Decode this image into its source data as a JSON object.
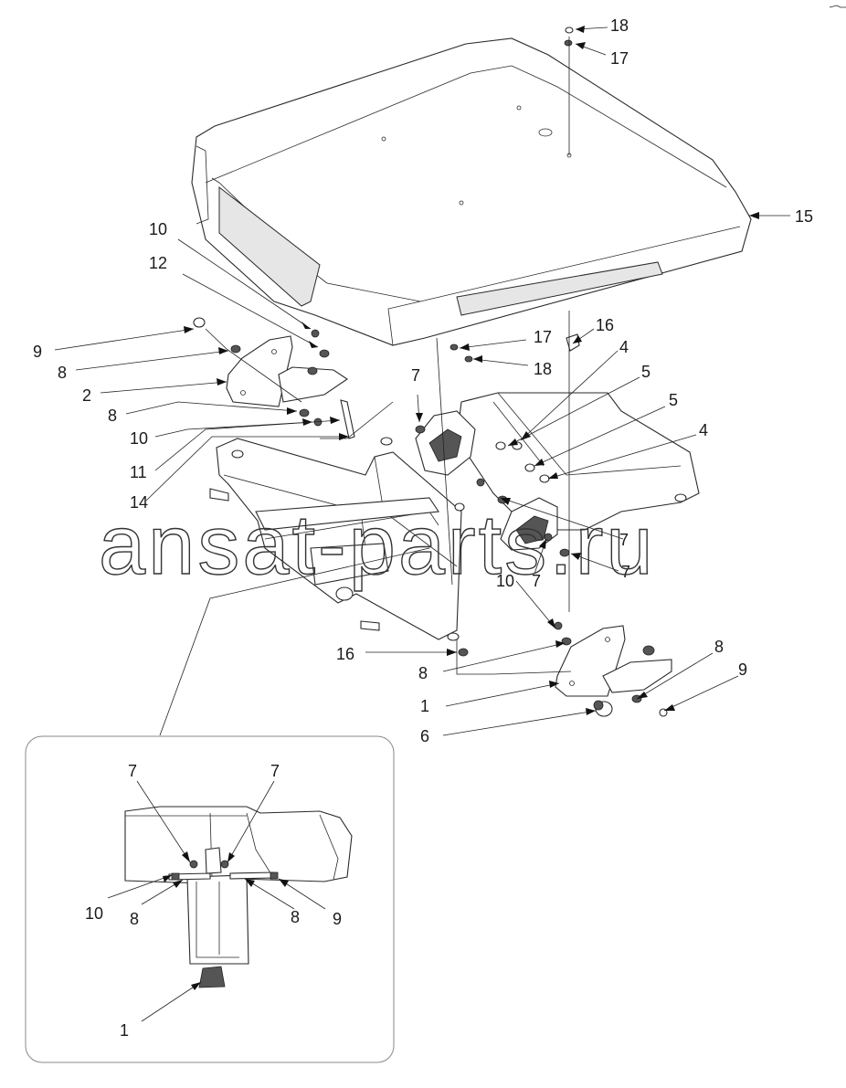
{
  "diagram": {
    "corner_mark": "",
    "watermark": "ansat-parts.ru",
    "callouts": [
      {
        "id": "c18a",
        "text": "18"
      },
      {
        "id": "c17a",
        "text": "17"
      },
      {
        "id": "c15",
        "text": "15"
      },
      {
        "id": "c10a",
        "text": "10"
      },
      {
        "id": "c12",
        "text": "12"
      },
      {
        "id": "c9a",
        "text": "9"
      },
      {
        "id": "c8a",
        "text": "8"
      },
      {
        "id": "c2",
        "text": "2"
      },
      {
        "id": "c8b",
        "text": "8"
      },
      {
        "id": "c10b",
        "text": "10"
      },
      {
        "id": "c11",
        "text": "11"
      },
      {
        "id": "c14",
        "text": "14"
      },
      {
        "id": "c7a",
        "text": "7"
      },
      {
        "id": "c17b",
        "text": "17"
      },
      {
        "id": "c18b",
        "text": "18"
      },
      {
        "id": "c16a",
        "text": "16"
      },
      {
        "id": "c4a",
        "text": "4"
      },
      {
        "id": "c5a",
        "text": "5"
      },
      {
        "id": "c5b",
        "text": "5"
      },
      {
        "id": "c4b",
        "text": "4"
      },
      {
        "id": "c7b",
        "text": "7"
      },
      {
        "id": "c7c",
        "text": "7"
      },
      {
        "id": "c10c",
        "text": "10"
      },
      {
        "id": "c7d",
        "text": "7"
      },
      {
        "id": "c16b",
        "text": "16"
      },
      {
        "id": "c8c",
        "text": "8"
      },
      {
        "id": "c8d",
        "text": "8"
      },
      {
        "id": "c9b",
        "text": "9"
      },
      {
        "id": "c1a",
        "text": "1"
      },
      {
        "id": "c6",
        "text": "6"
      },
      {
        "id": "i7a",
        "text": "7"
      },
      {
        "id": "i7b",
        "text": "7"
      },
      {
        "id": "i10",
        "text": "10"
      },
      {
        "id": "i8a",
        "text": "8"
      },
      {
        "id": "i8b",
        "text": "8"
      },
      {
        "id": "i9",
        "text": "9"
      },
      {
        "id": "i1",
        "text": "1"
      }
    ]
  }
}
